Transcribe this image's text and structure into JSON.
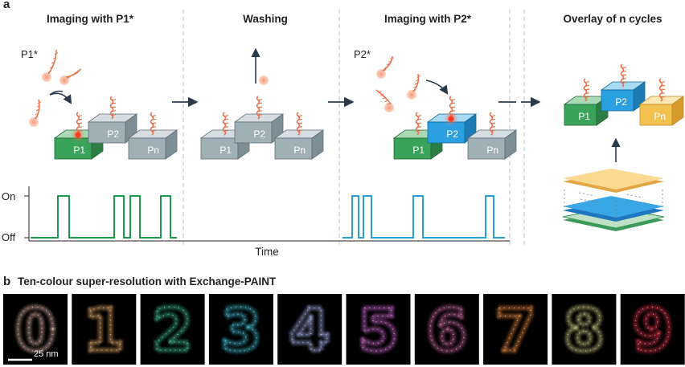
{
  "panel_a": {
    "label": "a",
    "stages": [
      {
        "title": "Imaging with P1*",
        "probe_label": "P1*"
      },
      {
        "title": "Washing"
      },
      {
        "title": "Imaging with P2*",
        "probe_label": "P2*"
      },
      {
        "title": "Overlay of n cycles"
      }
    ],
    "docking_labels": [
      "P1",
      "P2",
      "Pn"
    ],
    "trace": {
      "on_label": "On",
      "off_label": "Off",
      "x_label": "Time",
      "p1_color": "#1d9a4a",
      "p2_color": "#2a9ddb"
    },
    "colors": {
      "p1": "#3aa35a",
      "p2": "#2aa0e0",
      "pn": "#f2c14e",
      "strand": "#e8724a",
      "neutral": "#9fb0b6"
    }
  },
  "panel_b": {
    "label": "b",
    "title": "Ten-colour super-resolution with Exchange-PAINT",
    "scale_bar_label": "25 nm",
    "images": [
      {
        "digit": "0",
        "color": "#e7b9a8"
      },
      {
        "digit": "1",
        "color": "#f0b26a"
      },
      {
        "digit": "2",
        "color": "#3fc49a"
      },
      {
        "digit": "3",
        "color": "#3fc2d8"
      },
      {
        "digit": "4",
        "color": "#a9b4ee"
      },
      {
        "digit": "5",
        "color": "#d46bd8"
      },
      {
        "digit": "6",
        "color": "#d16aa8"
      },
      {
        "digit": "7",
        "color": "#f08a3c"
      },
      {
        "digit": "8",
        "color": "#d8d48a"
      },
      {
        "digit": "9",
        "color": "#e8344a"
      }
    ]
  }
}
